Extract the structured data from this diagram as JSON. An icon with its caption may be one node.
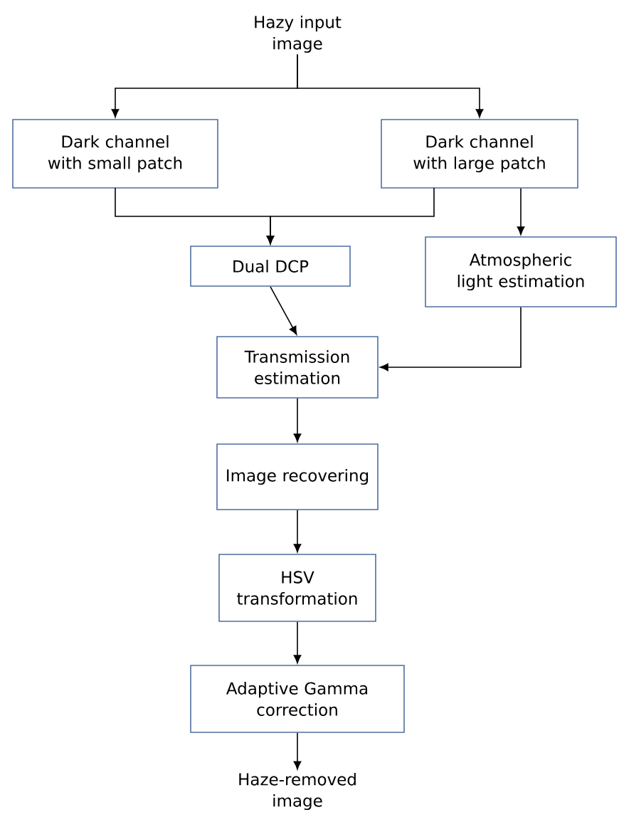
{
  "diagram": {
    "nodes": [
      {
        "text": [
          "Hazy input image"
        ]
      },
      {
        "text": [
          "Dark channel with small patch"
        ]
      },
      {
        "text": [
          "Dark channel with large patch"
        ]
      },
      {
        "text": [
          "Dual DCP"
        ]
      },
      {
        "text": [
          "Atmospheric light estimation"
        ]
      },
      {
        "text": [
          "Transmission estimation"
        ]
      },
      {
        "text": [
          "Image recovering"
        ]
      },
      {
        "text": [
          "HSV transformation"
        ]
      },
      {
        "text": [
          "Adaptive Gamma correction"
        ]
      },
      {
        "text": [
          "Haze-removed image"
        ]
      }
    ],
    "edges": [
      {
        "from": 0,
        "to": 1,
        "arrow": "to"
      },
      {
        "from": 0,
        "to": 2,
        "arrow": "to"
      },
      {
        "from": 1,
        "to": 3,
        "arrow": "to"
      },
      {
        "from": 2,
        "to": 3,
        "arrow": "to"
      },
      {
        "from": 2,
        "to": 4,
        "arrow": "to"
      },
      {
        "from": 3,
        "to": 5,
        "arrow": "to"
      },
      {
        "from": 4,
        "to": 5,
        "arrow": "to"
      },
      {
        "from": 5,
        "to": 6,
        "arrow": "to"
      },
      {
        "from": 6,
        "to": 7,
        "arrow": "to"
      },
      {
        "from": 7,
        "to": 8,
        "arrow": "to"
      },
      {
        "from": 8,
        "to": 9,
        "arrow": "to"
      }
    ]
  }
}
